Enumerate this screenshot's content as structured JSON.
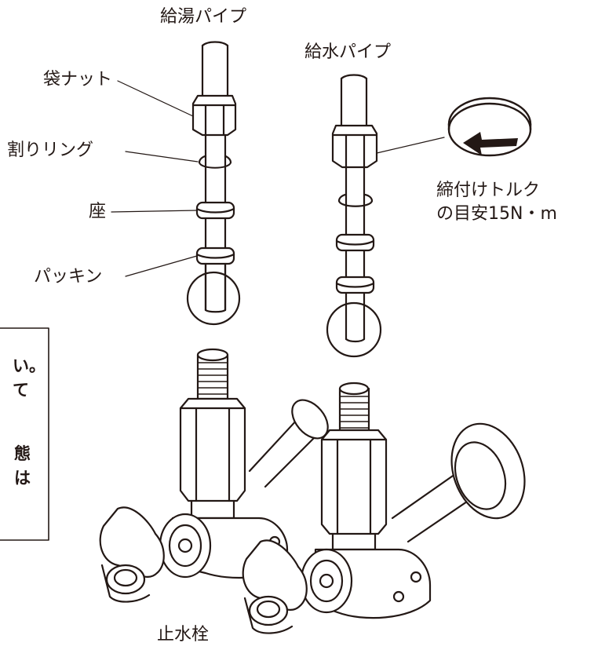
{
  "labels": {
    "hot_pipe": "給湯パイプ",
    "cold_pipe": "給水パイプ",
    "cap_nut": "袋ナット",
    "split_ring": "割りリング",
    "seat": "座",
    "packing": "パッキン",
    "torque_line1": "締付けトルク",
    "torque_line2": "の目安15N・m",
    "stop_valve": "止水栓"
  },
  "note": {
    "line1": "い。",
    "line2": "て",
    "line3": "態",
    "line4": "は"
  }
}
